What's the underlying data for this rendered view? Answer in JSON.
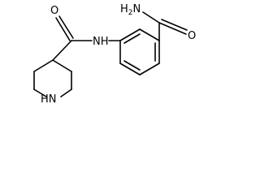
{
  "molecule": {
    "atoms": {
      "amide_carbonyl_oxygen": "O",
      "amide_nitrogen": "NH",
      "primary_amide_oxygen": "O",
      "primary_amide_group": {
        "main": "H",
        "subscript": "2",
        "tail": "N"
      },
      "piperidine_nitrogen": "HN"
    },
    "colors": {
      "bond": "#000000",
      "label": "#000000",
      "background": "#ffffff"
    }
  }
}
